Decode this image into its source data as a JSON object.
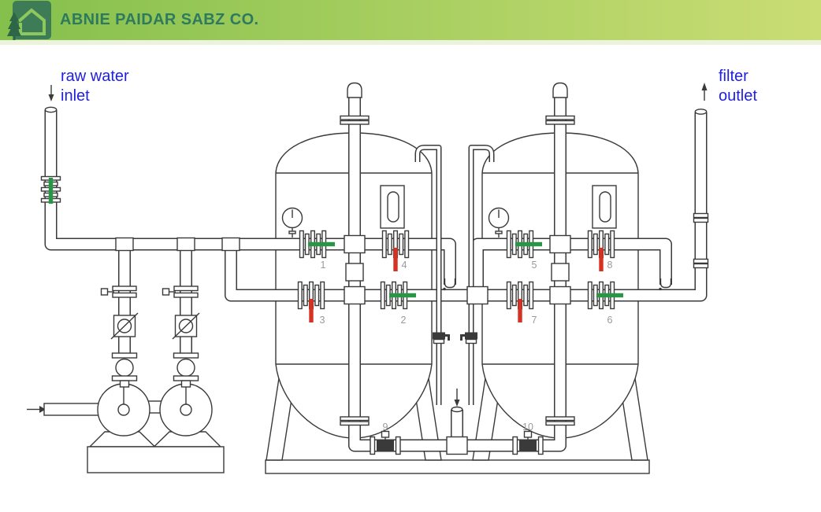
{
  "header": {
    "company_name": "ABNIE PAIDAR SABZ CO."
  },
  "diagram": {
    "inlet_label": {
      "line1": "raw water",
      "line2": "inlet"
    },
    "outlet_label": {
      "line1": "filter",
      "line2": "outlet"
    },
    "valves": [
      {
        "label": "1",
        "state": "open"
      },
      {
        "label": "2",
        "state": "open"
      },
      {
        "label": "3",
        "state": "closed"
      },
      {
        "label": "4",
        "state": "closed"
      },
      {
        "label": "5",
        "state": "open"
      },
      {
        "label": "6",
        "state": "open"
      },
      {
        "label": "7",
        "state": "closed"
      },
      {
        "label": "8",
        "state": "closed"
      },
      {
        "label": "9",
        "state": "drain"
      },
      {
        "label": "10",
        "state": "drain"
      }
    ],
    "inlet_valve_state": "open"
  },
  "colors": {
    "banner_gradient_left": "#85c04c",
    "banner_gradient_right": "#cadd75",
    "banner_strip": "#ecf3dc",
    "logo_square_green": "#3e7c57",
    "logo_house_outline": "#8cc95c",
    "logo_tree_green": "#2d6647",
    "title_green": "#2e7a5f",
    "open_valve_green": "#289645",
    "closed_valve_red": "#d53224",
    "label_blue": "#2121dd",
    "number_gray": "#9a9a9a",
    "line_color": "#3a3a3a"
  }
}
